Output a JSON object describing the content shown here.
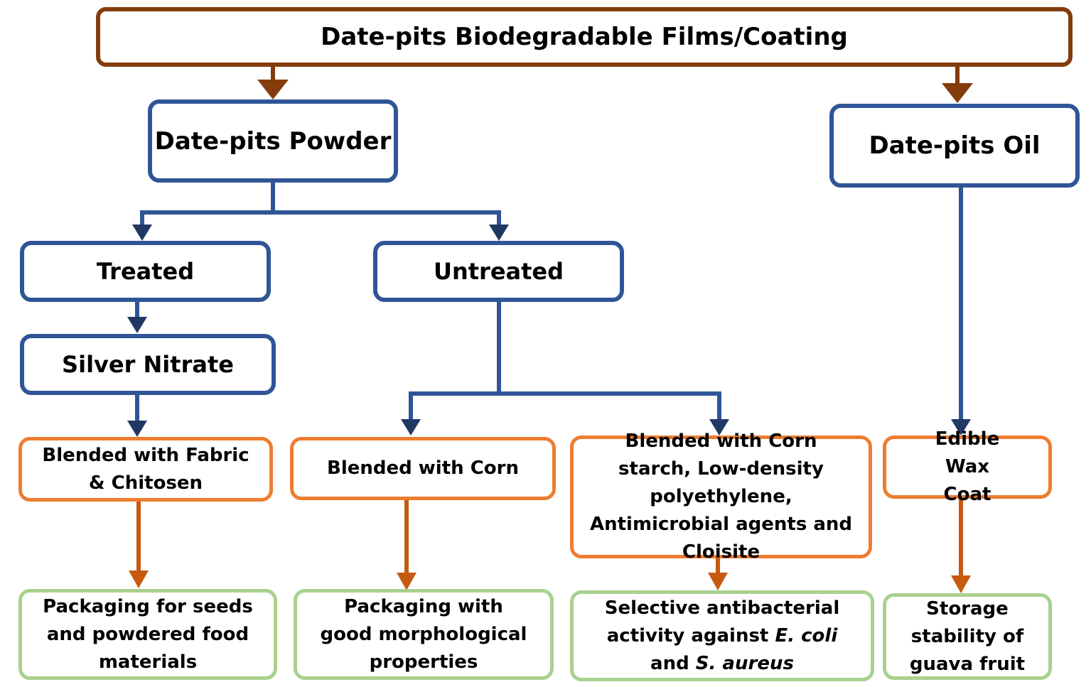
{
  "nodes": {
    "root": "Date-pits Biodegradable Films/Coating",
    "powder": "Date-pits Powder",
    "oil": "Date-pits Oil",
    "treated": "Treated",
    "untreated": "Untreated",
    "silver": "Silver Nitrate",
    "fabric": "Blended with Fabric & Chitosen",
    "corn": "Blended with Corn",
    "starch": "Blended with Corn starch, Low-density polyethylene, Antimicrobial agents and Cloisite",
    "wax": "Edible Wax Coat",
    "seeds": "Packaging for seeds and powdered food materials",
    "morph": "Packaging with good morphological properties",
    "antibact_prefix": "Selective antibacterial activity against",
    "antibact_ecoli": "E. coli",
    "antibact_and": "and",
    "antibact_saureus": "S. aureus",
    "guava": "Storage stability of guava fruit"
  },
  "colors": {
    "brown": "#843c0c",
    "blue": "#2f5597",
    "navy": "#203864",
    "orange": "#ed7d31",
    "dark_orange": "#c55a11",
    "green": "#a9d18e"
  }
}
